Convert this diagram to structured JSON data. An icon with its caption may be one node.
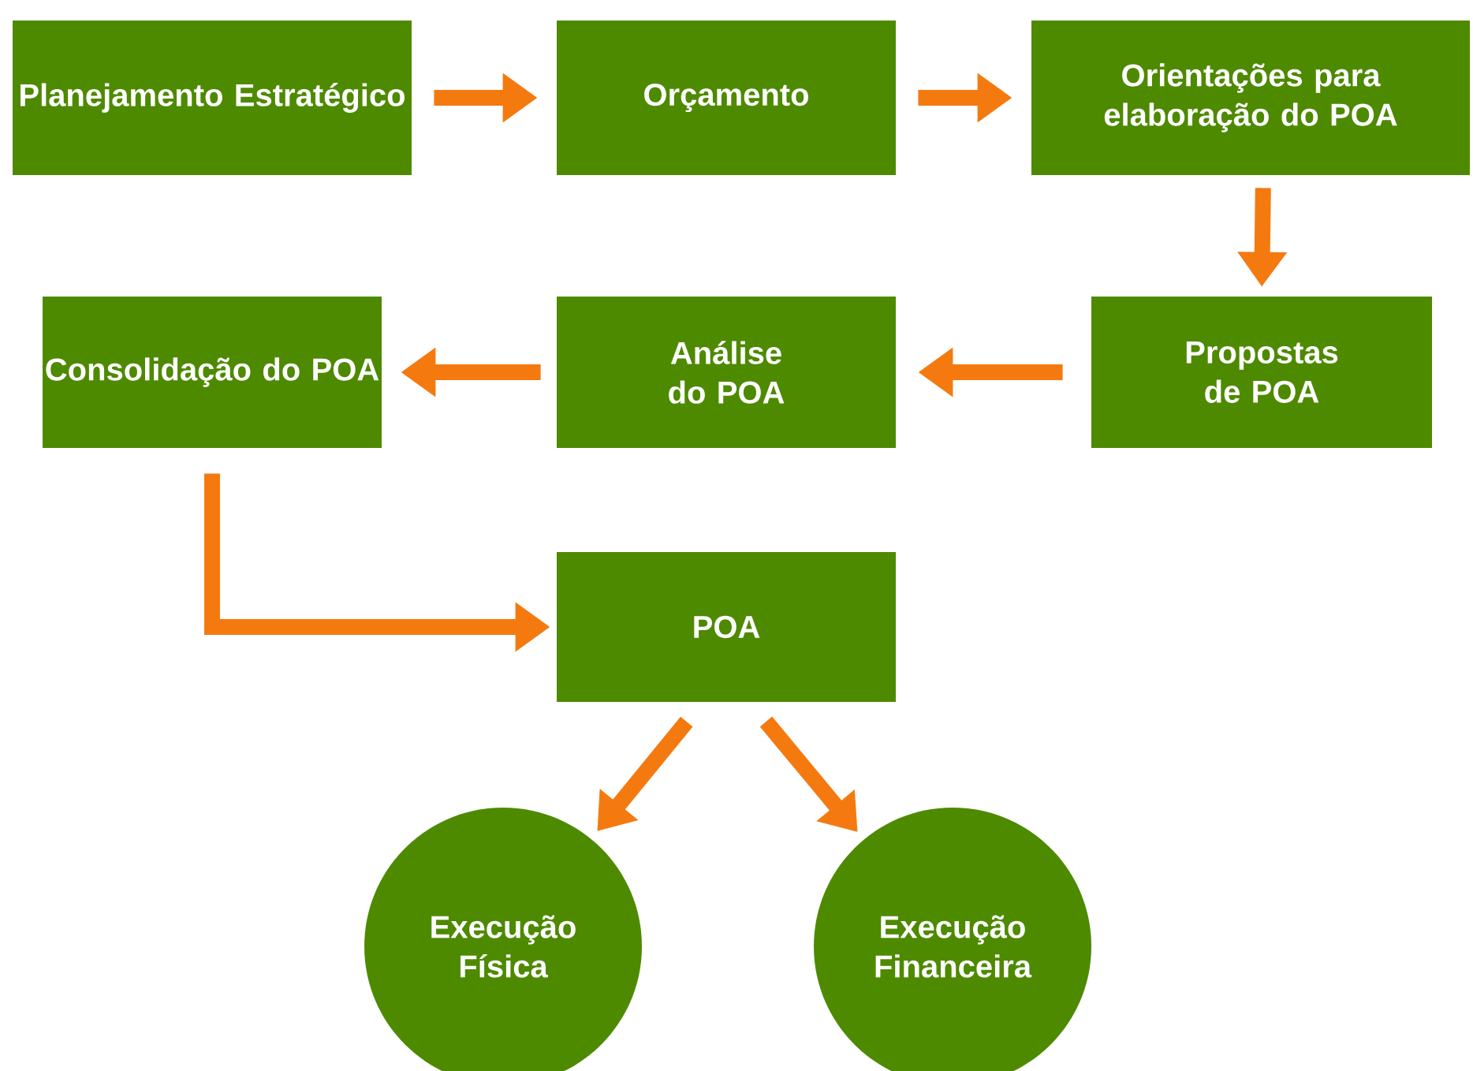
{
  "diagram": {
    "nodes": [
      {
        "text": [
          "Planejamento Estratégico"
        ]
      },
      {
        "text": [
          "Orçamento"
        ]
      },
      {
        "text": [
          "Orientações para elaboração do POA"
        ]
      },
      {
        "text": [
          "Propostas de POA"
        ]
      },
      {
        "text": [
          "Análise do POA"
        ]
      },
      {
        "text": [
          "Consolidação do POA"
        ]
      },
      {
        "text": [
          "POA"
        ]
      },
      {
        "text": [
          "Execução Física"
        ]
      },
      {
        "text": [
          "Execução Financeira"
        ]
      }
    ],
    "edges": [
      {
        "from": 0,
        "to": 1,
        "arrow": "to"
      },
      {
        "from": 1,
        "to": 2,
        "arrow": "to"
      },
      {
        "from": 2,
        "to": 3,
        "arrow": "to"
      },
      {
        "from": 3,
        "to": 4,
        "arrow": "to"
      },
      {
        "from": 4,
        "to": 5,
        "arrow": "to"
      },
      {
        "from": 5,
        "to": 6,
        "arrow": "to"
      },
      {
        "from": 6,
        "to": 7,
        "arrow": "to"
      },
      {
        "from": 6,
        "to": 8,
        "arrow": "to"
      }
    ]
  }
}
